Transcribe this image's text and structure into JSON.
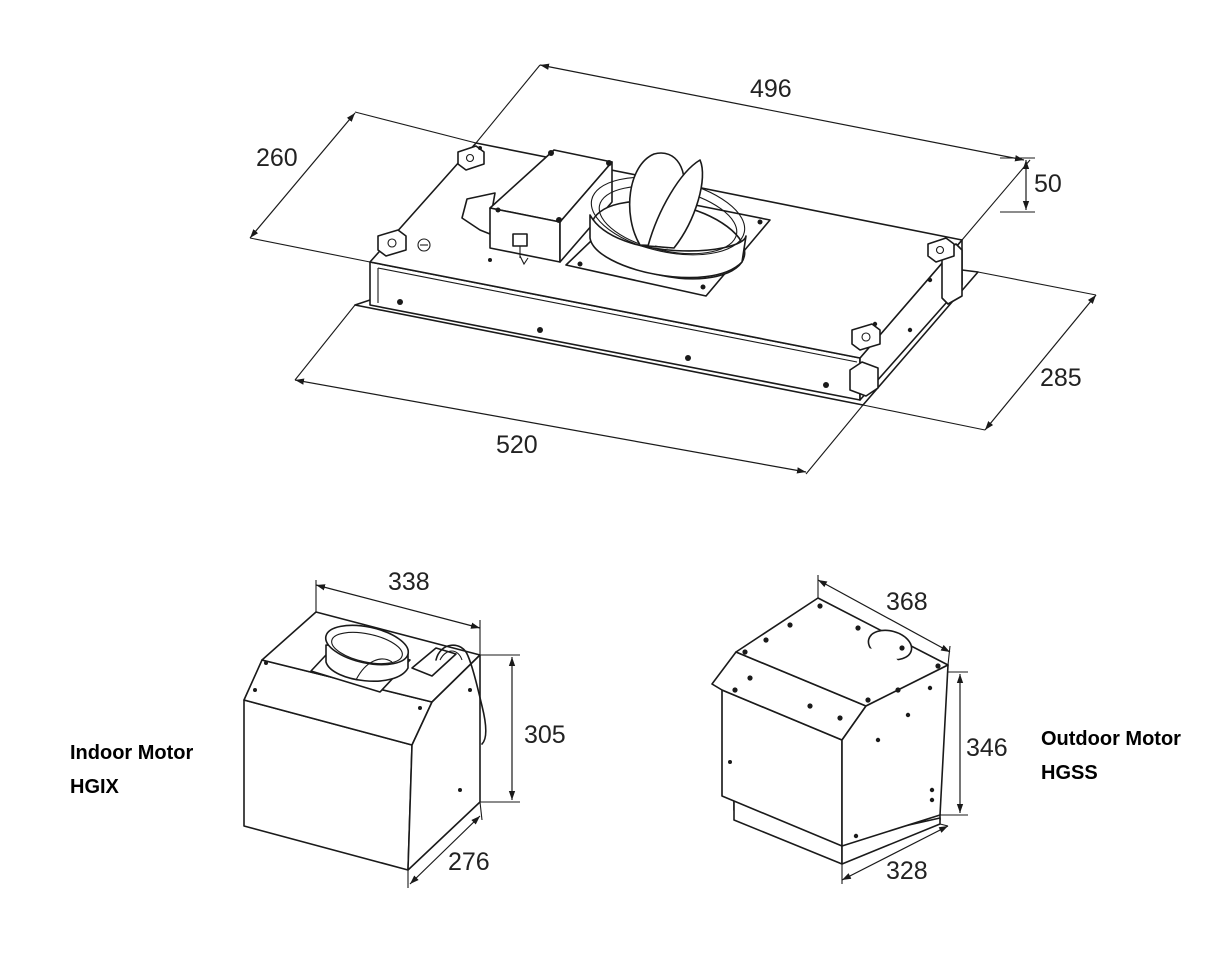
{
  "hood": {
    "dims": {
      "top_length": "496",
      "height": "50",
      "top_depth": "260",
      "bottom_length": "520",
      "bottom_depth": "285"
    }
  },
  "indoor_motor": {
    "label_line1": "Indoor Motor",
    "label_line2": "HGIX",
    "dims": {
      "width": "338",
      "height": "305",
      "depth": "276"
    }
  },
  "outdoor_motor": {
    "label_line1": "Outdoor Motor",
    "label_line2": "HGSS",
    "dims": {
      "width": "368",
      "height": "346",
      "depth": "328"
    }
  }
}
